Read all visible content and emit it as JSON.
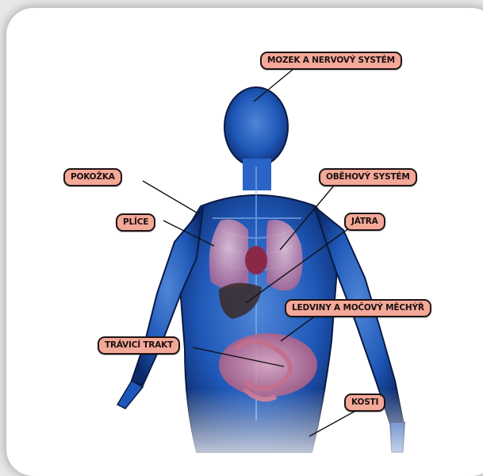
{
  "labels": {
    "brain": "MOZEK A NERVOVÝ SYSTÉM",
    "skin": "POKOŽKA",
    "circulatory": "OBĚHOVÝ SYSTÉM",
    "lungs": "PLÍCE",
    "liver": "JÁTRA",
    "kidneys": "LEDVINY A MOČOVÝ MĚCHÝŘ",
    "digestive": "TRÁVICÍ TRAKT",
    "bones": "KOSTI"
  },
  "colors": {
    "label_fill": "#f4a898",
    "label_border": "#1e1416",
    "body_blue": "#1f5fc2",
    "organ_pink": "#e79fb0"
  }
}
